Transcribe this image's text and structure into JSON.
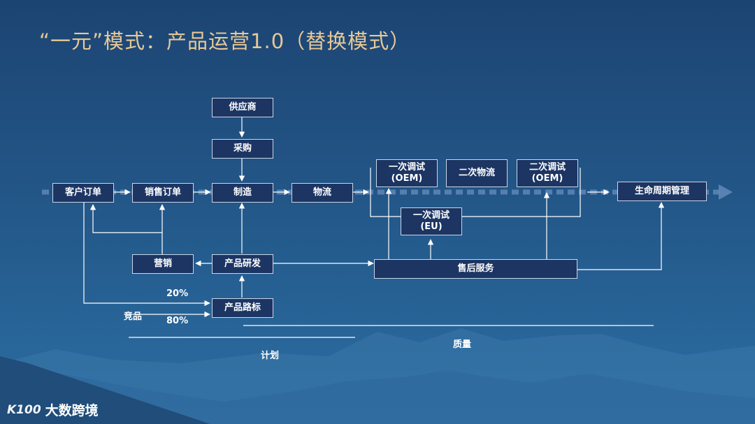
{
  "title": "“一元”模式：产品运营1.0（替换模式）",
  "colors": {
    "background_top": "#1c4472",
    "background_bottom": "#2c6ea3",
    "box_fill": "#1c3563",
    "title": "#e7c896"
  },
  "nodes": {
    "supplier": "供应商",
    "procurement": "采购",
    "customer_order": "客户订单",
    "sales_order": "销售订单",
    "manufacturing": "制造",
    "logistics": "物流",
    "first_debug_oem": {
      "line1": "一次调试",
      "line2": "(OEM)"
    },
    "second_logistics": "二次物流",
    "second_debug_oem": {
      "line1": "二次调试",
      "line2": "(OEM)"
    },
    "first_debug_eu": {
      "line1": "一次调试",
      "line2": "(EU)"
    },
    "lifecycle": "生命周期管理",
    "marketing": "营销",
    "product_dev": "产品研发",
    "after_sales": "售后服务",
    "roadmap": "产品路标"
  },
  "labels": {
    "pct_20": "20%",
    "pct_80": "80%",
    "competitor": "竞品",
    "quality": "质量",
    "plan": "计划"
  },
  "logo": {
    "mark": "K100",
    "text": "大数跨境"
  }
}
